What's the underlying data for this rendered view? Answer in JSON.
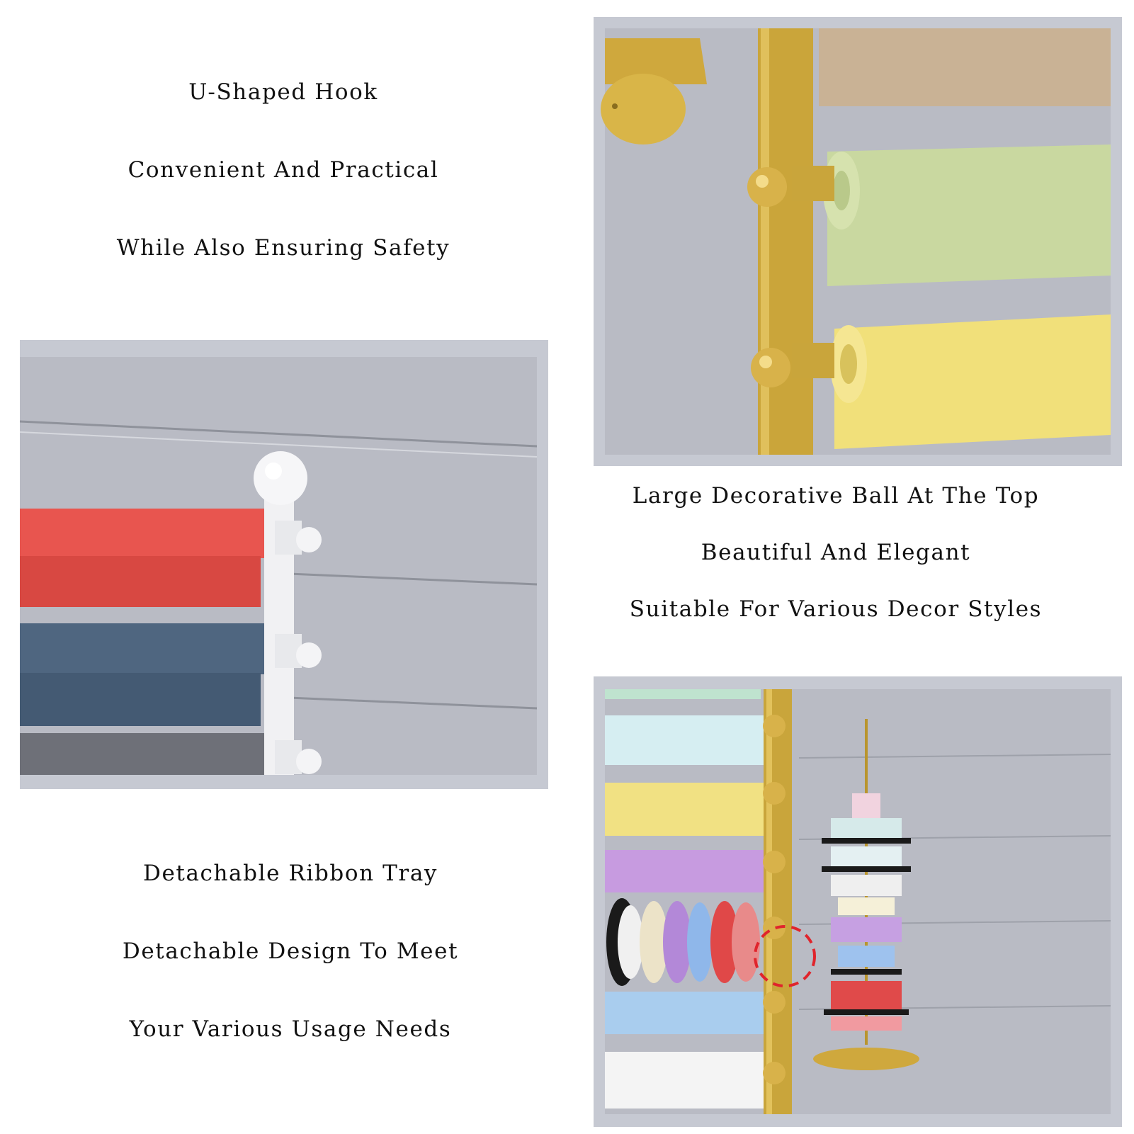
{
  "blocks": {
    "hook": {
      "line1": "U-Shaped Hook",
      "line2": "Convenient And Practical",
      "line3": "While Also Ensuring Safety"
    },
    "ball": {
      "line1": "Large Decorative Ball At The Top",
      "line2": "Beautiful And Elegant",
      "line3": "Suitable For Various Decor Styles"
    },
    "tray": {
      "line1": "Detachable Ribbon Tray",
      "line2": "Detachable Design To Meet",
      "line3": "Your Various Usage Needs"
    }
  },
  "colors": {
    "wall": "#b9bbc4",
    "frame": "#c6c9d2",
    "gold": "#c9a83a",
    "white_rack": "#f3f3f5",
    "highlight_circle": "#e0242c"
  }
}
